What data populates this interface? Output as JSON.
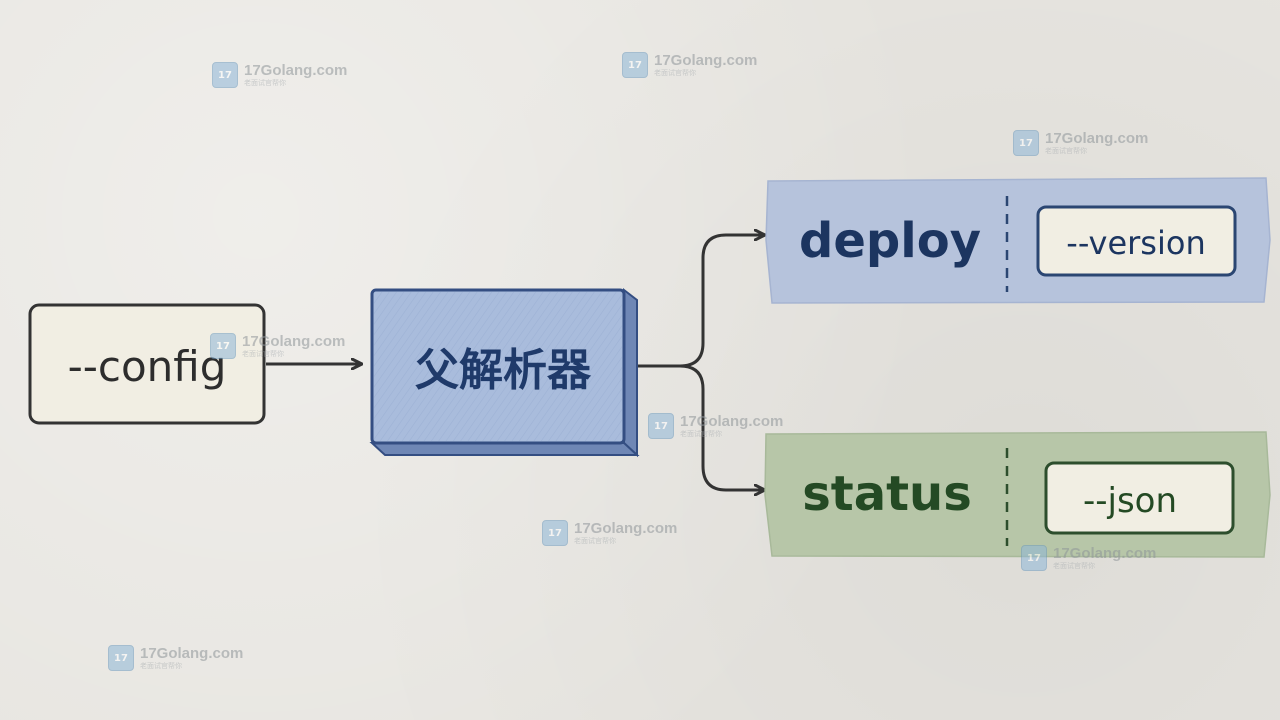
{
  "diagram": {
    "input_flag": "--config",
    "parent_parser": "父解析器",
    "subcommands": [
      {
        "name": "deploy",
        "flag": "--version",
        "color": "#1c3560",
        "band": "#b6c3dc"
      },
      {
        "name": "status",
        "flag": "--json",
        "color": "#244a24",
        "band": "#b7c6a8"
      }
    ]
  },
  "colors": {
    "background": "#e7e5e0",
    "parent_fill": "#a9bcdc",
    "parent_stroke": "#344e82",
    "box_fill": "#f1eee3",
    "ink": "#333333"
  },
  "watermark": {
    "domain": "17Golang.com",
    "subtitle": "老面试官帮你",
    "logo_icon": "17golang-logo-icon"
  }
}
